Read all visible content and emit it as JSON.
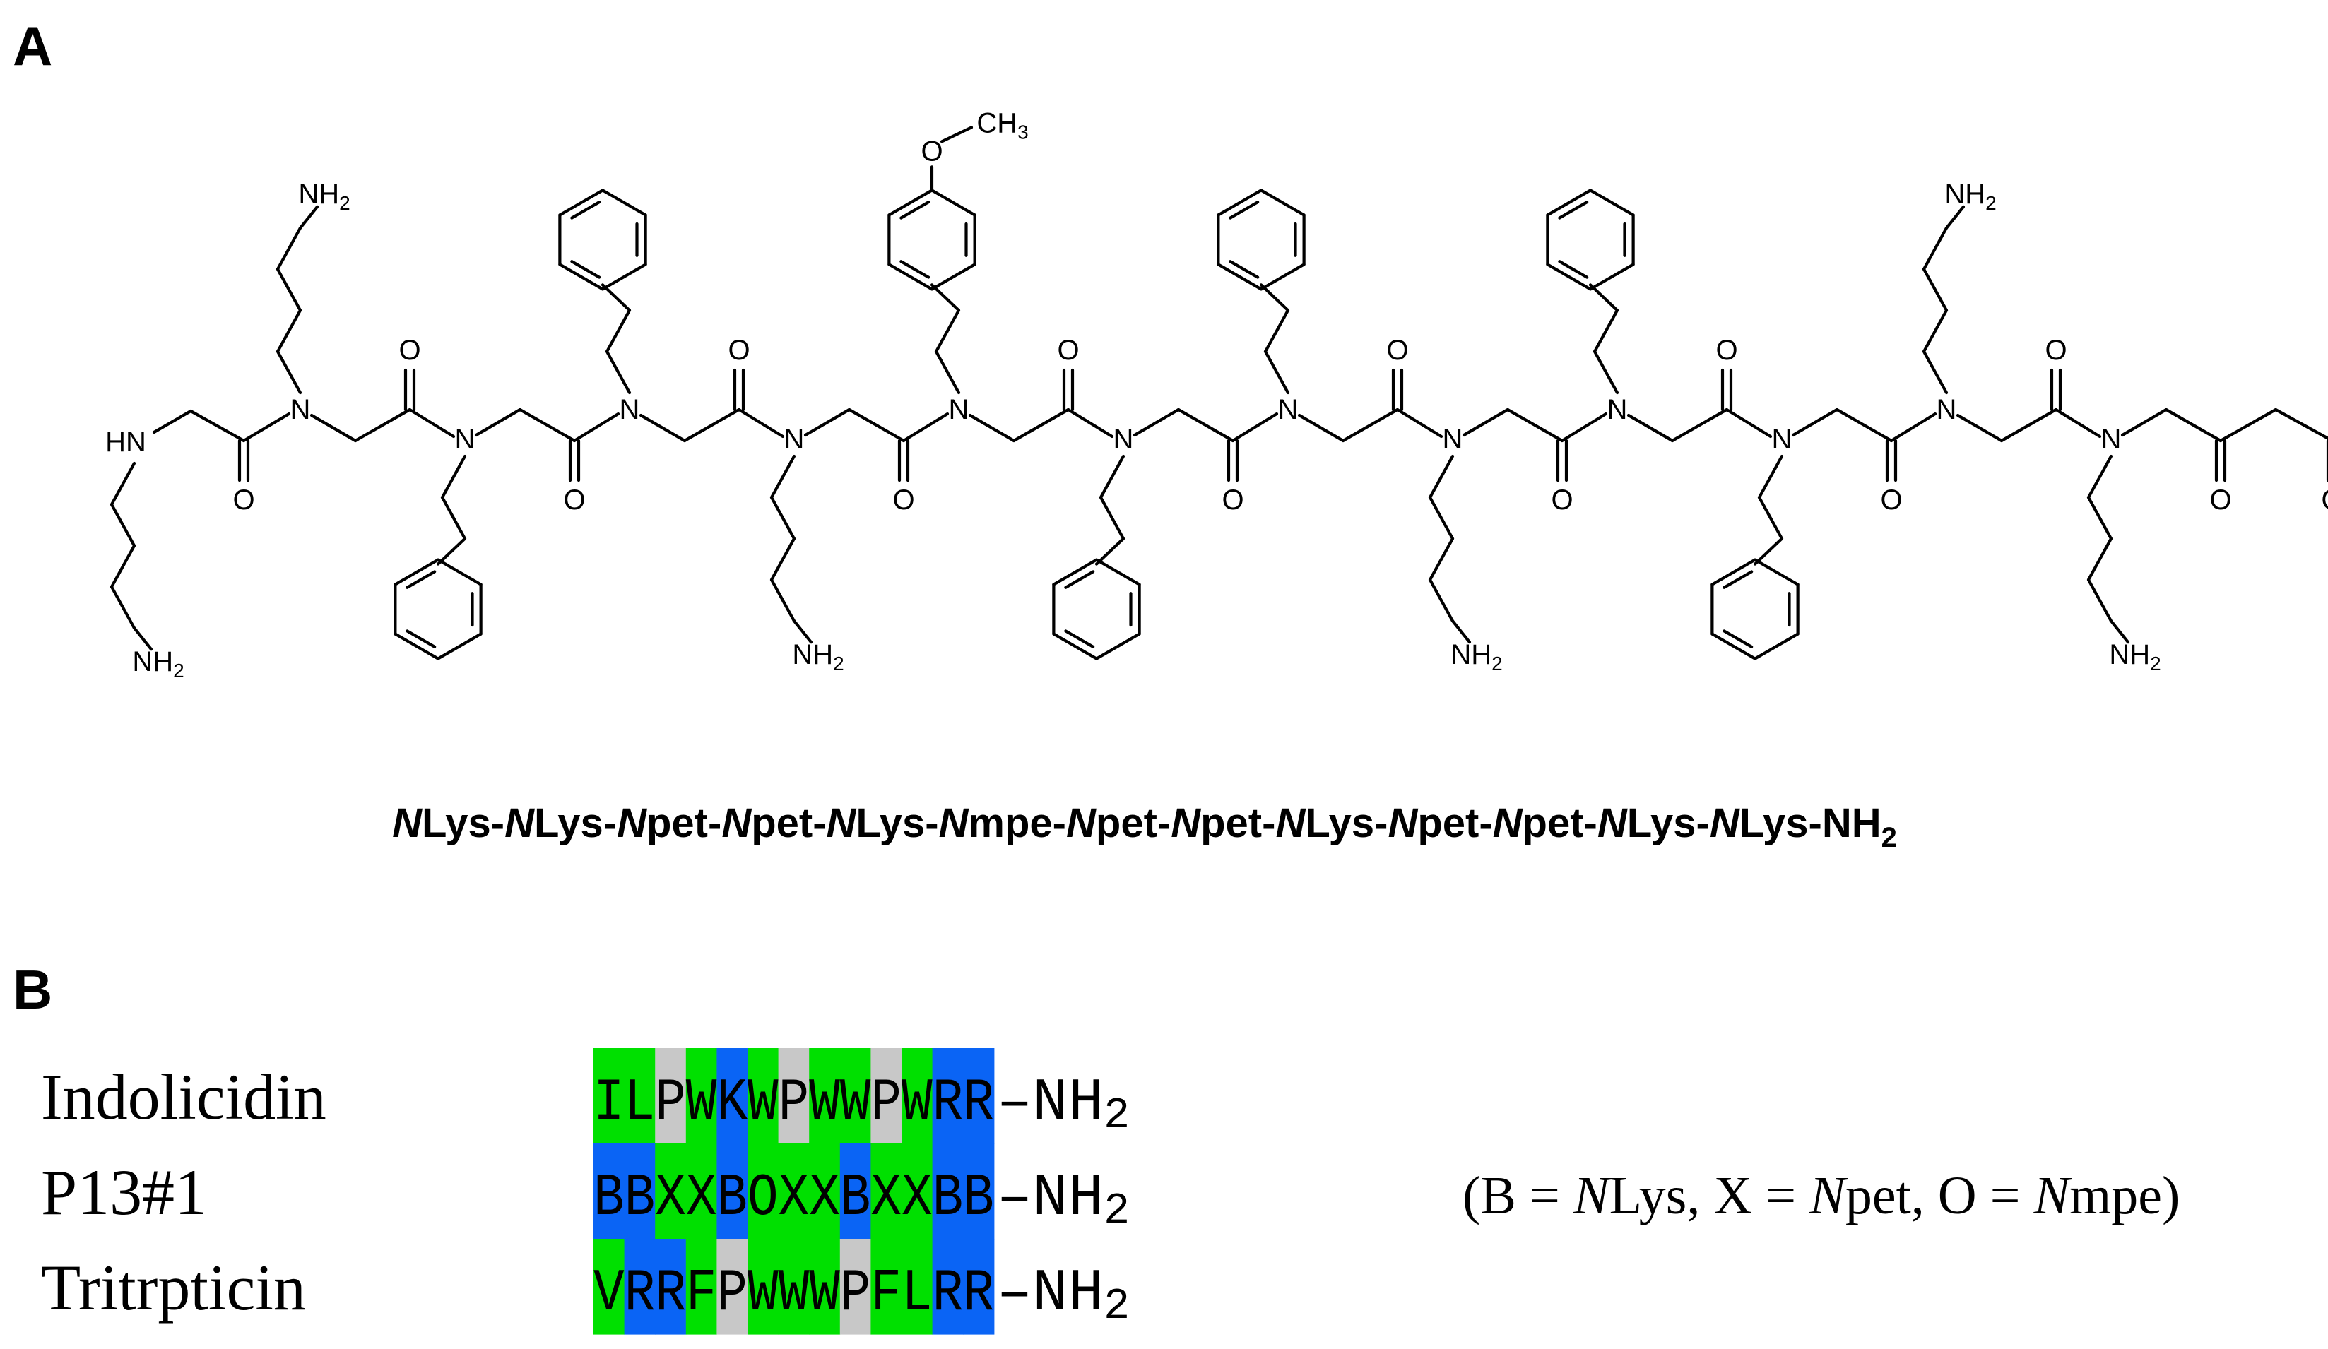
{
  "panel_a": {
    "label": "A",
    "caption_parts": [
      {
        "t": "N",
        "i": true
      },
      {
        "t": "Lys-",
        "i": false
      },
      {
        "t": "N",
        "i": true
      },
      {
        "t": "Lys-",
        "i": false
      },
      {
        "t": "N",
        "i": true
      },
      {
        "t": "pet-",
        "i": false
      },
      {
        "t": "N",
        "i": true
      },
      {
        "t": "pet-",
        "i": false
      },
      {
        "t": "N",
        "i": true
      },
      {
        "t": "Lys-",
        "i": false
      },
      {
        "t": "N",
        "i": true
      },
      {
        "t": "mpe-",
        "i": false
      },
      {
        "t": "N",
        "i": true
      },
      {
        "t": "pet-",
        "i": false
      },
      {
        "t": "N",
        "i": true
      },
      {
        "t": "pet-",
        "i": false
      },
      {
        "t": "N",
        "i": true
      },
      {
        "t": "Lys-",
        "i": false
      },
      {
        "t": "N",
        "i": true
      },
      {
        "t": "pet-",
        "i": false
      },
      {
        "t": "N",
        "i": true
      },
      {
        "t": "pet-",
        "i": false
      },
      {
        "t": "N",
        "i": true
      },
      {
        "t": "Lys-",
        "i": false
      },
      {
        "t": "N",
        "i": true
      },
      {
        "t": "Lys-NH",
        "i": false
      }
    ],
    "caption_sub": "2",
    "structure": {
      "backbone_n": "N",
      "terminal_hn": "HN",
      "carbonyl_o": "O",
      "amine": "NH",
      "amine_sub": "2",
      "methoxy_o": "O",
      "methyl": "CH",
      "methyl_sub": "3"
    }
  },
  "panel_b": {
    "label": "B",
    "rows": [
      {
        "name": "Indolicidin",
        "sequence": "ILPWKWPWWPWRR",
        "suffix": "–NH",
        "suffix_sub": "2",
        "colors": [
          "g",
          "g",
          "x",
          "g",
          "b",
          "g",
          "x",
          "g",
          "g",
          "x",
          "g",
          "b",
          "b"
        ]
      },
      {
        "name": "P13#1",
        "sequence": "BBXXBOXXBXXBB",
        "suffix": "–NH",
        "suffix_sub": "2",
        "colors": [
          "b",
          "b",
          "g",
          "g",
          "b",
          "g",
          "g",
          "g",
          "b",
          "g",
          "g",
          "b",
          "b"
        ]
      },
      {
        "name": "Tritrpticin",
        "sequence": "VRRFPWWWPFLRR",
        "suffix": "–NH",
        "suffix_sub": "2",
        "colors": [
          "g",
          "b",
          "b",
          "g",
          "x",
          "g",
          "g",
          "g",
          "x",
          "g",
          "g",
          "b",
          "b"
        ]
      }
    ],
    "legend_parts": [
      {
        "t": "(B = ",
        "i": false
      },
      {
        "t": "N",
        "i": true
      },
      {
        "t": "Lys, X = ",
        "i": false
      },
      {
        "t": "N",
        "i": true
      },
      {
        "t": "pet, O = ",
        "i": false
      },
      {
        "t": "N",
        "i": true
      },
      {
        "t": "mpe)",
        "i": false
      }
    ]
  },
  "colors": {
    "hydrophobic": "#00e000",
    "cationic": "#0a64f5",
    "other": "#c8c8c8",
    "ink": "#000000"
  }
}
